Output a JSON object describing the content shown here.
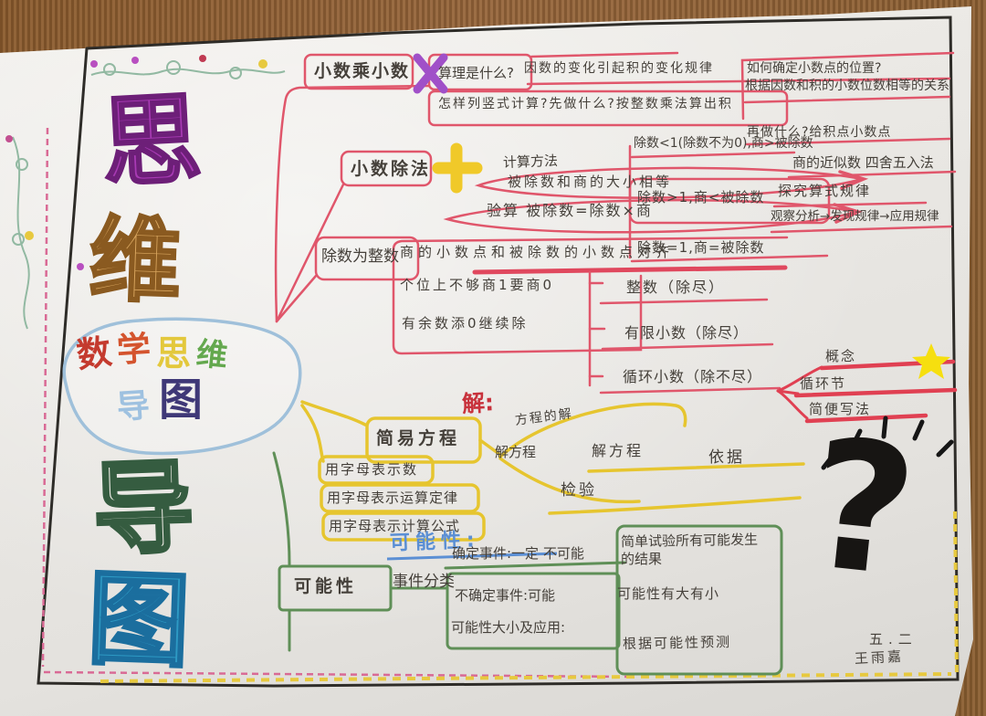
{
  "title": {
    "big_top": [
      "思",
      "维"
    ],
    "cloud_chars": [
      "数",
      "学",
      "思",
      "维"
    ],
    "cloud_chars2": [
      "导",
      "图"
    ],
    "big_bottom": [
      "导",
      "图"
    ]
  },
  "signature": {
    "line1": "五.二",
    "line2": "王雨嘉"
  },
  "icons": {
    "question_mark": "?",
    "multiply_mark": "X",
    "division_mark": "+",
    "star": "star"
  },
  "colors": {
    "branch_pink": "#e0566b",
    "branch_yellow": "#e6c52f",
    "branch_green": "#5f8f57",
    "title_blue": "#5b8fd4",
    "accent_red": "#c8323c",
    "star_yellow": "#f6df0f",
    "x_purple": "#a050c8",
    "ink": "#45403a"
  },
  "branches": {
    "multiply": {
      "label": "小数乘小数",
      "q1": "算理是什么?",
      "a1": "因数的变化引起积的变化规律",
      "q2": "怎样列竖式计算?先做什么?按整数乘法算出积",
      "r1": "如何确定小数点的位置?",
      "r2": "根据因数和积的小数位数相等的关系",
      "r3": "再做什么?给积点小数点"
    },
    "division": {
      "label": "小数除法",
      "method": "计算方法",
      "size_relation": "被除数和商的大小相等",
      "check": "验算  被除数=除数×商",
      "int_divisor": "除数为整数",
      "rule1": "商的小数点和被除数的小数点对齐",
      "rule2": "个位上不够商1要商0",
      "rule3": "有余数添0继续除",
      "cmp1": "除数<1(除数不为0),商>被除数",
      "cmp2": "除数>1,商<被除数",
      "cmp3": "除数=1,商=被除数",
      "approx": "商的近似数 四舍五入法",
      "explore": "探究算式规律",
      "flow": "观察分析→发现规律→应用规律",
      "res1": "整数（除尽）",
      "res2": "有限小数（除尽）",
      "res3": "循环小数（除不尽）",
      "loop1": "概念",
      "loop2": "循环节",
      "loop3": "简便写法"
    },
    "equation": {
      "solve_title": "解:",
      "label": "简易方程",
      "l1": "用字母表示数",
      "l2": "用字母表示运算定律",
      "l3": "用字母表示计算公式",
      "solution": "方程的解",
      "solve_left": "解方程",
      "solve_right": "解方程",
      "basis": "依据",
      "verify": "检验"
    },
    "possibility": {
      "title": "可能性:",
      "label": "可能性",
      "classify": "事件分类",
      "certain": "确定事件:一定 不可能",
      "uncertain": "不确定事件:可能",
      "apply": "可能性大小及应用:",
      "out1": "简单试验所有可能发生",
      "out2": "的结果",
      "size": "可能性有大有小",
      "predict": "根据可能性预测"
    }
  }
}
